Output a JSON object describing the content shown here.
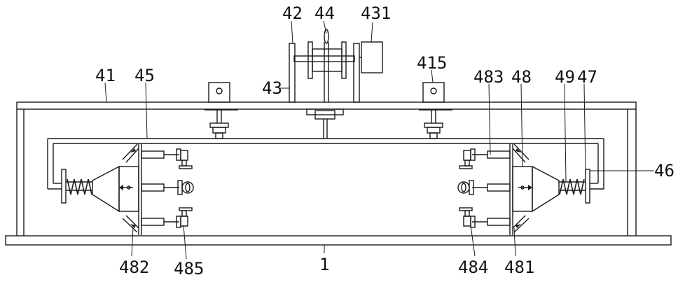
{
  "labels": {
    "l42": "42",
    "l44": "44",
    "l431": "431",
    "l41": "41",
    "l45": "45",
    "l43": "43",
    "l415": "415",
    "l483": "483",
    "l48": "48",
    "l49": "49",
    "l47": "47",
    "l46": "46",
    "l482": "482",
    "l485": "485",
    "l1": "1",
    "l484": "484",
    "l481": "481"
  }
}
